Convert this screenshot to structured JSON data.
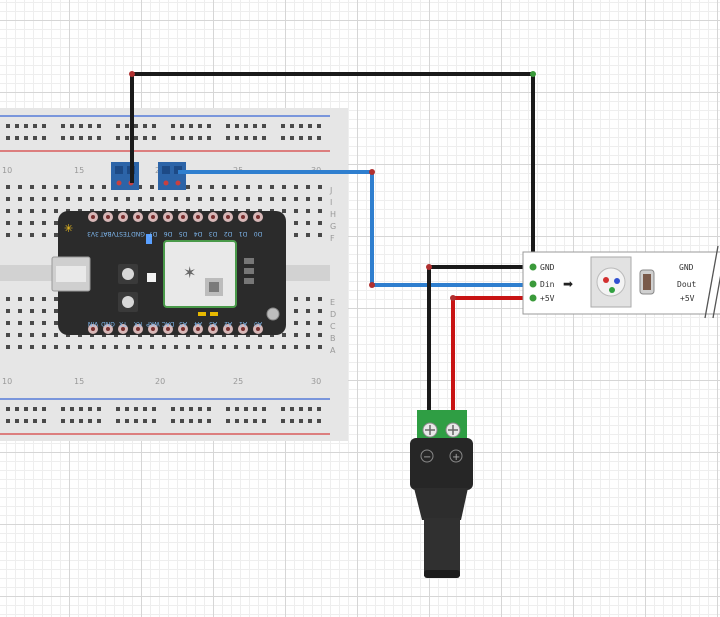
{
  "breadboard": {
    "column_numbers": [
      "10",
      "15",
      "20",
      "25",
      "30"
    ],
    "row_letters_top": [
      "J",
      "I",
      "H",
      "G",
      "F"
    ],
    "row_letters_bottom": [
      "E",
      "D",
      "C",
      "B",
      "A"
    ]
  },
  "photon": {
    "top_pin_labels": [
      "3V3",
      "VBAT",
      "TEST",
      "GND",
      "D7",
      "D6",
      "D5",
      "D4",
      "D3",
      "D2",
      "D1",
      "D0"
    ],
    "bottom_pin_labels": [
      "VIN",
      "GND",
      "TX",
      "RX",
      "WKP",
      "DAC",
      "A5",
      "A4",
      "A3",
      "A2",
      "A1",
      "A0"
    ]
  },
  "led_strip": {
    "left_labels": [
      "GND",
      "Din",
      "+5V"
    ],
    "right_labels": [
      "GND",
      "Dout",
      "+5V"
    ],
    "arrow": "➡"
  },
  "dc_jack": {
    "minus": "−",
    "plus": "+"
  },
  "colors": {
    "wire_black": "#1a1a1a",
    "wire_blue": "#2f7fcf",
    "wire_red": "#c81414",
    "terminal_blue": "#2c64a8",
    "terminal_green": "#2f9e44",
    "board_black": "#2b2b2b"
  }
}
